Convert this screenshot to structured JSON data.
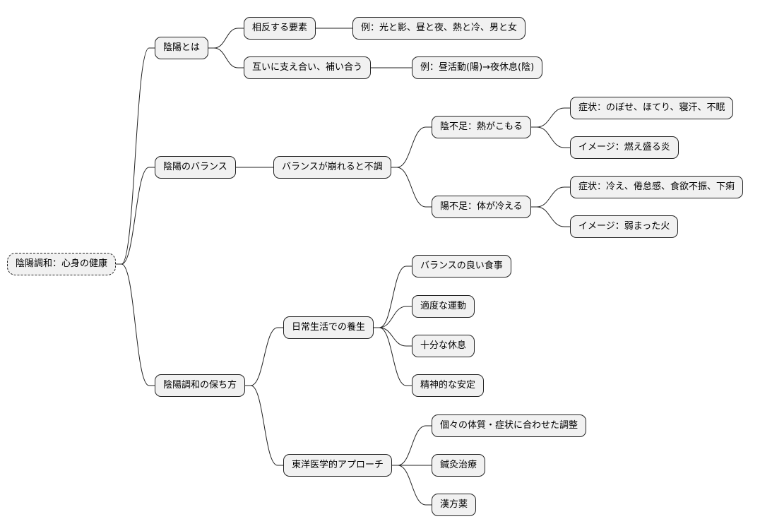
{
  "root": "陰陽調和：心身の健康",
  "yinyang": {
    "label": "陰陽とは",
    "opposing": {
      "label": "相反する要素",
      "example": "例：光と影、昼と夜、熱と冷、男と女"
    },
    "mutual": {
      "label": "互いに支え合い、補い合う",
      "example": "例：昼活動(陽)→夜休息(陰)"
    }
  },
  "balance": {
    "label": "陰陽のバランス",
    "disorder": "バランスが崩れると不調",
    "yin_deficiency": {
      "label": "陰不足：熱がこもる",
      "symptoms": "症状：のぼせ、ほてり、寝汗、不眠",
      "image": "イメージ：燃え盛る炎"
    },
    "yang_deficiency": {
      "label": "陽不足：体が冷える",
      "symptoms": "症状：冷え、倦怠感、食欲不振、下痢",
      "image": "イメージ：弱まった火"
    }
  },
  "maintain": {
    "label": "陰陽調和の保ち方",
    "daily": {
      "label": "日常生活での養生",
      "items": [
        "バランスの良い食事",
        "適度な運動",
        "十分な休息",
        "精神的な安定"
      ]
    },
    "eastern": {
      "label": "東洋医学的アプローチ",
      "items": [
        "個々の体質・症状に合わせた調整",
        "鍼灸治療",
        "漢方薬"
      ]
    }
  }
}
